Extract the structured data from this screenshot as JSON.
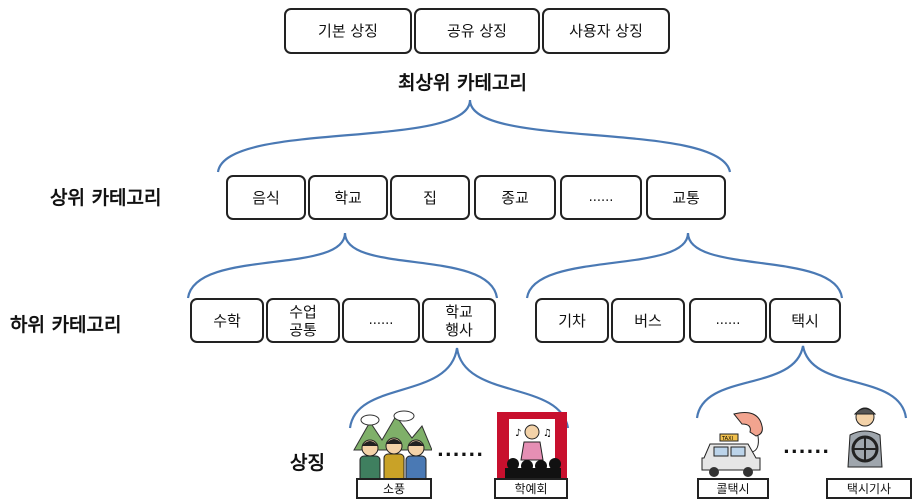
{
  "symbol_types": [
    "기본 상징",
    "공유 상징",
    "사용자 상징"
  ],
  "levels": {
    "top": "최상위 카테고리",
    "upper": "상위 카테고리",
    "lower": "하위 카테고리",
    "symbol": "상징"
  },
  "upper_categories": [
    "음식",
    "학교",
    "집",
    "종교",
    "......",
    "교통"
  ],
  "school_subcategories": [
    "수학",
    "수업\n공통",
    "......",
    "학교\n행사"
  ],
  "transport_subcategories": [
    "기차",
    "버스",
    "......",
    "택시"
  ],
  "school_event_symbols": [
    "소풍",
    "학예회"
  ],
  "taxi_symbols": [
    "콜택시",
    "택시기사"
  ],
  "ellipsis": "......",
  "icons": {
    "picnic": "picnic-people-icon",
    "performance": "stage-performance-icon",
    "call_taxi": "call-taxi-icon",
    "taxi_driver": "taxi-driver-icon"
  },
  "colors": {
    "curve": "#4a79b4",
    "border": "#222222"
  }
}
